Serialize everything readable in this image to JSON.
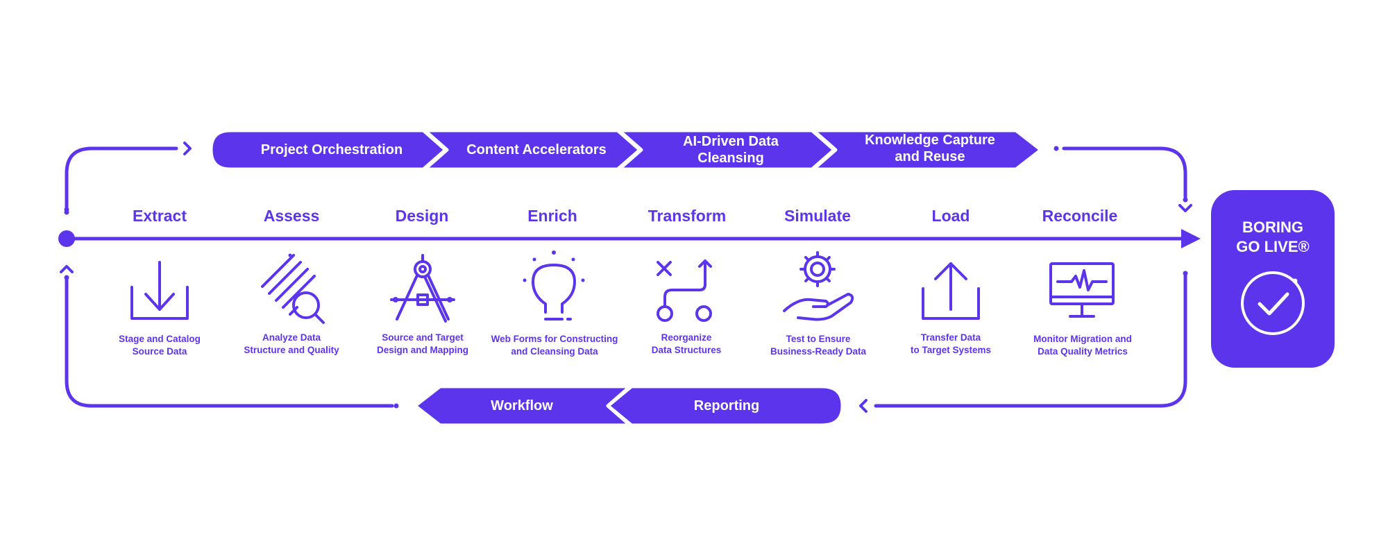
{
  "colors": {
    "primary": "#5b34ec",
    "background": "#ffffff"
  },
  "top_chevrons": [
    {
      "label": "Project Orchestration"
    },
    {
      "label": "Content Accelerators"
    },
    {
      "label": "AI-Driven Data\nCleansing"
    },
    {
      "label": "Knowledge Capture\nand Reuse"
    }
  ],
  "bottom_chevrons": [
    {
      "label": "Workflow"
    },
    {
      "label": "Reporting"
    }
  ],
  "stages": [
    {
      "title": "Extract",
      "icon": "download-tray-icon",
      "desc": "Stage and Catalog\nSource Data"
    },
    {
      "title": "Assess",
      "icon": "magnifier-hatch-icon",
      "desc": "Analyze Data\nStructure and Quality"
    },
    {
      "title": "Design",
      "icon": "drafting-compass-icon",
      "desc": "Source and Target\nDesign and Mapping"
    },
    {
      "title": "Enrich",
      "icon": "lightbulb-icon",
      "desc": "Web Forms for Constructing\nand Cleansing Data"
    },
    {
      "title": "Transform",
      "icon": "route-path-icon",
      "desc": "Reorganize\nData Structures"
    },
    {
      "title": "Simulate",
      "icon": "gear-hand-icon",
      "desc": "Test to Ensure\nBusiness-Ready Data"
    },
    {
      "title": "Load",
      "icon": "upload-tray-icon",
      "desc": "Transfer Data\nto Target Systems"
    },
    {
      "title": "Reconcile",
      "icon": "monitor-pulse-icon",
      "desc": "Monitor Migration and\nData Quality Metrics"
    }
  ],
  "go_live": {
    "label": "BORING\nGO LIVE®",
    "icon": "check-circle-icon"
  }
}
